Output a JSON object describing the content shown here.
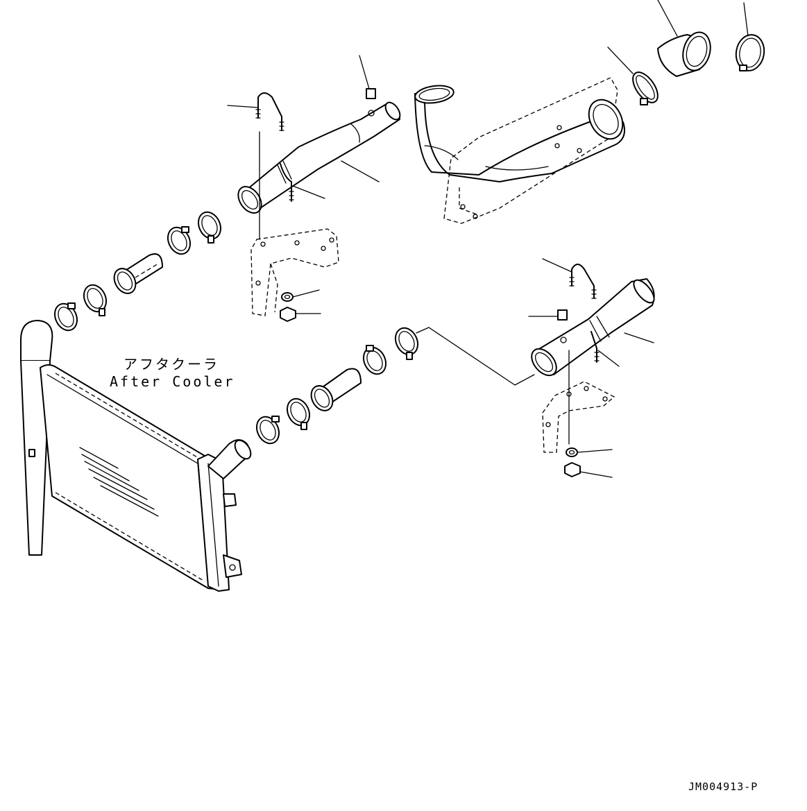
{
  "labels": {
    "component_jp": "アフタクーラ",
    "component_en": "After Cooler"
  },
  "drawing_code": "JM004913-P"
}
